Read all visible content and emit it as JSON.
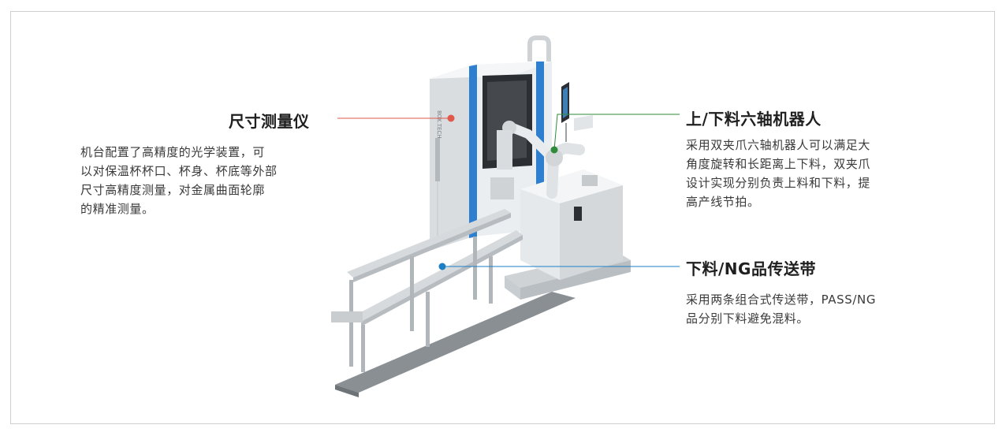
{
  "callouts": [
    {
      "title": "尺寸测量仪",
      "lines": [
        "机台配置了高精度的光学装置，可",
        "以对保温杯杯口、杯身、杯底等外部",
        "尺寸高精度测量，对金属曲面轮廓",
        "的精准测量。"
      ],
      "color": "#e0594a"
    },
    {
      "title": "上/下料六轴机器人",
      "lines": [
        "采用双夹爪六轴机器人可以满足大",
        "角度旋转和长距离上下料，双夹爪",
        "设计实现分别负责上料和下料，提",
        "高产线节拍。"
      ],
      "color": "#2e8b3a"
    },
    {
      "title": "下料/NG品传送带",
      "lines": [
        "采用两条组合式传送带，PASS/NG",
        "品分别下料避免混料。"
      ],
      "color": "#1b7fc4"
    }
  ],
  "machine": {
    "brand_text": "BOX TECH"
  }
}
